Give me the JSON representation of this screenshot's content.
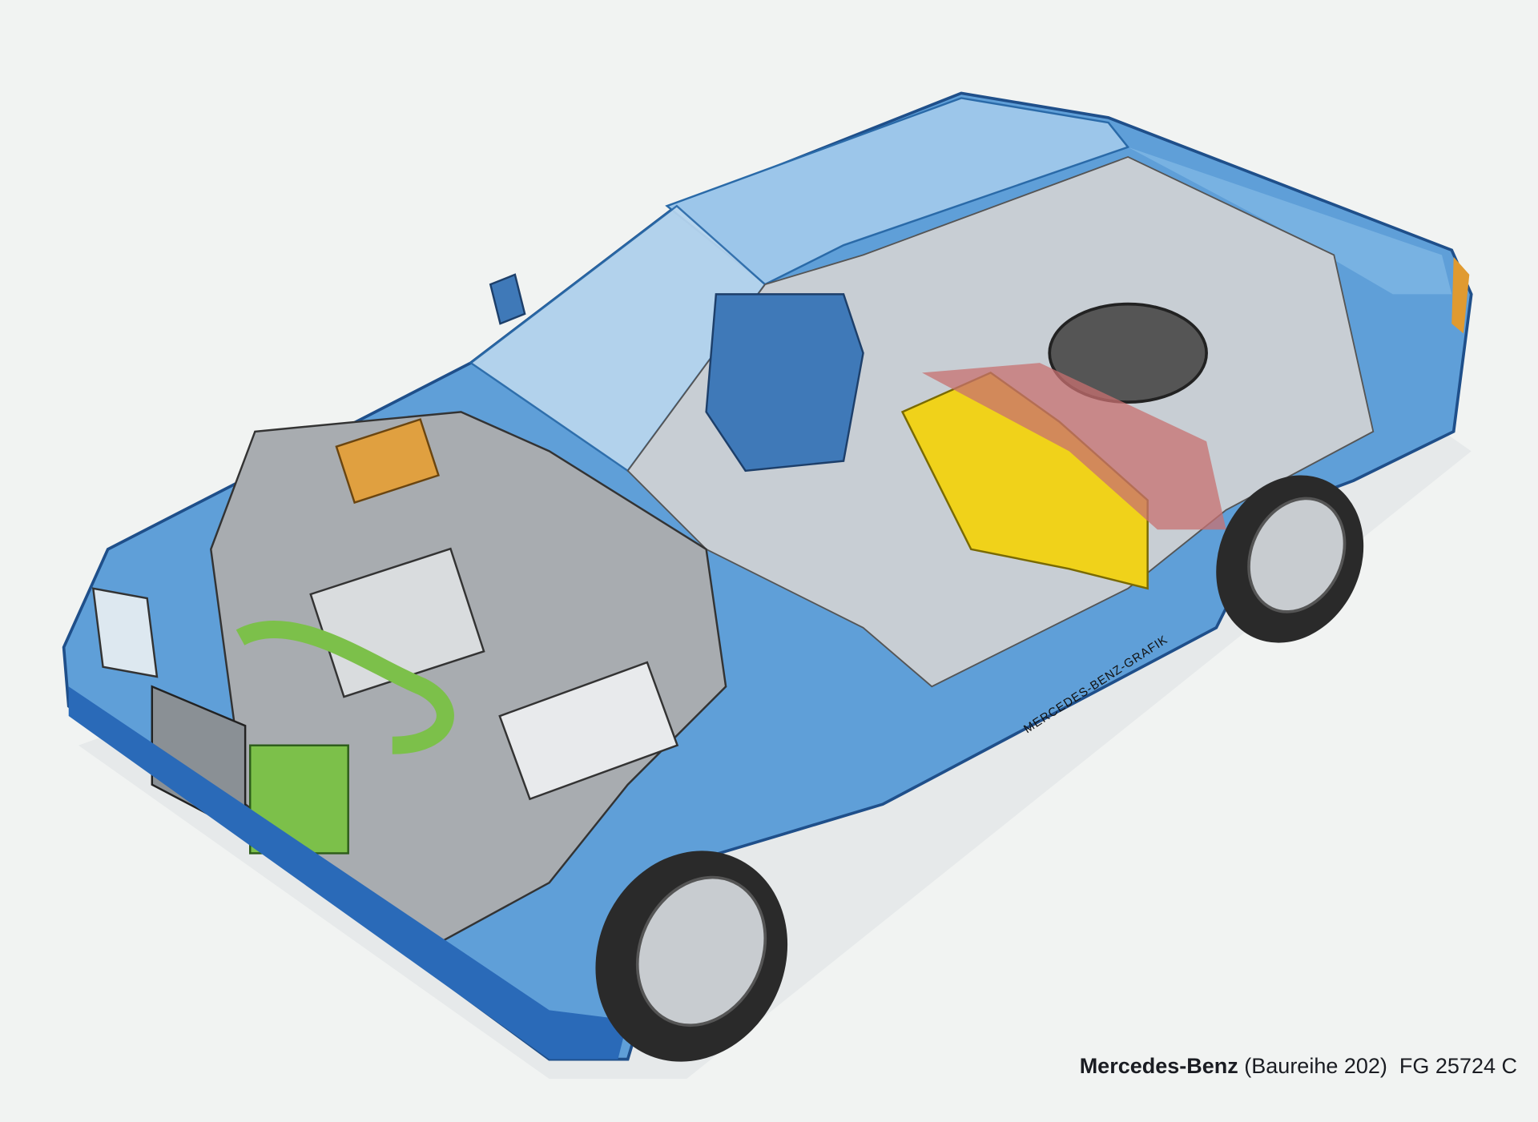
{
  "illustration": {
    "subject": "cutaway-car",
    "colors": {
      "body": "#5f9fd8",
      "body_dark": "#1f5fa8",
      "glass": "#bcd8ef",
      "engine": "#a8acb0",
      "fuel_tank": "#f0d21a",
      "coolant": "#7cc04a",
      "axle": "#c87070",
      "background": "#f1f3f2"
    }
  },
  "watermark": "MERCEDES-BENZ-GRAFIK",
  "caption": {
    "brand": "Mercedes-Benz",
    "series": "(Baureihe 202)",
    "code": "FG 25724 C"
  }
}
